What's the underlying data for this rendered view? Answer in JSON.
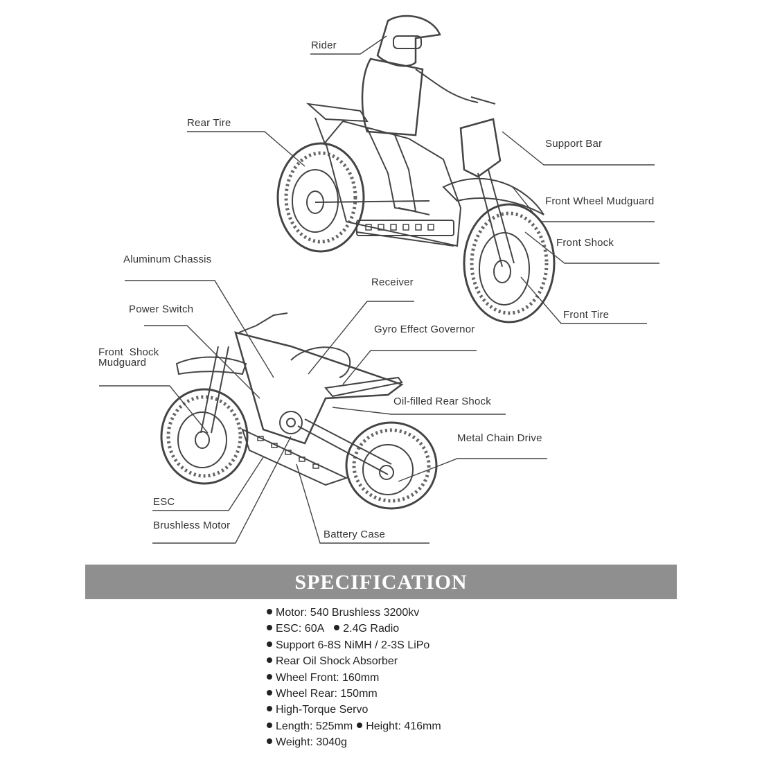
{
  "labels": {
    "rider": "Rider",
    "rear_tire": "Rear Tire",
    "support_bar": "Support  Bar",
    "front_wheel_mudguard": "Front Wheel Mudguard",
    "front_shock": "Front Shock",
    "front_tire": "Front Tire",
    "aluminum_chassis": "Aluminum Chassis",
    "receiver": "Receiver",
    "power_switch": "Power  Switch",
    "gyro_effect_governor": "Gyro Effect Governor",
    "front_shock_mudguard": "Front  Shock\nMudguard",
    "oil_filled_rear_shock": "Oil-filled Rear Shock",
    "metal_chain_drive": "Metal Chain Drive",
    "esc": "ESC",
    "brushless_motor": "Brushless Motor",
    "battery_case": "Battery  Case"
  },
  "specification": {
    "title": "SPECIFICATION",
    "items": [
      [
        "Motor: 540 Brushless 3200kv"
      ],
      [
        "ESC: 60A",
        "2.4G Radio"
      ],
      [
        "Support 6-8S NiMH / 2-3S LiPo"
      ],
      [
        "Rear Oil Shock Absorber"
      ],
      [
        "Wheel Front: 160mm"
      ],
      [
        "Wheel Rear: 150mm"
      ],
      [
        "High-Torque Servo"
      ],
      [
        "Length: 525mm",
        "Height: 416mm"
      ],
      [
        "Weight: 3040g"
      ]
    ]
  },
  "colors": {
    "banner": "#8f8f8f",
    "banner_text": "#ffffff",
    "line": "#444444"
  }
}
